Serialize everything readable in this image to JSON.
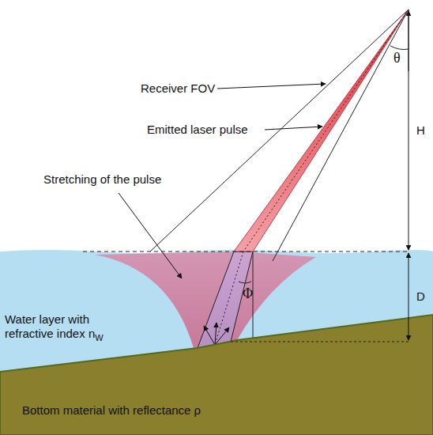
{
  "diagram": {
    "labels": [
      "Receiver FOV",
      "Emitted laser pulse",
      "Stretching of the pulse",
      "θ",
      "H",
      "D",
      "Φ",
      "Water layer with refractive index n",
      "W",
      "Bottom material with reflectance ρ"
    ]
  }
}
